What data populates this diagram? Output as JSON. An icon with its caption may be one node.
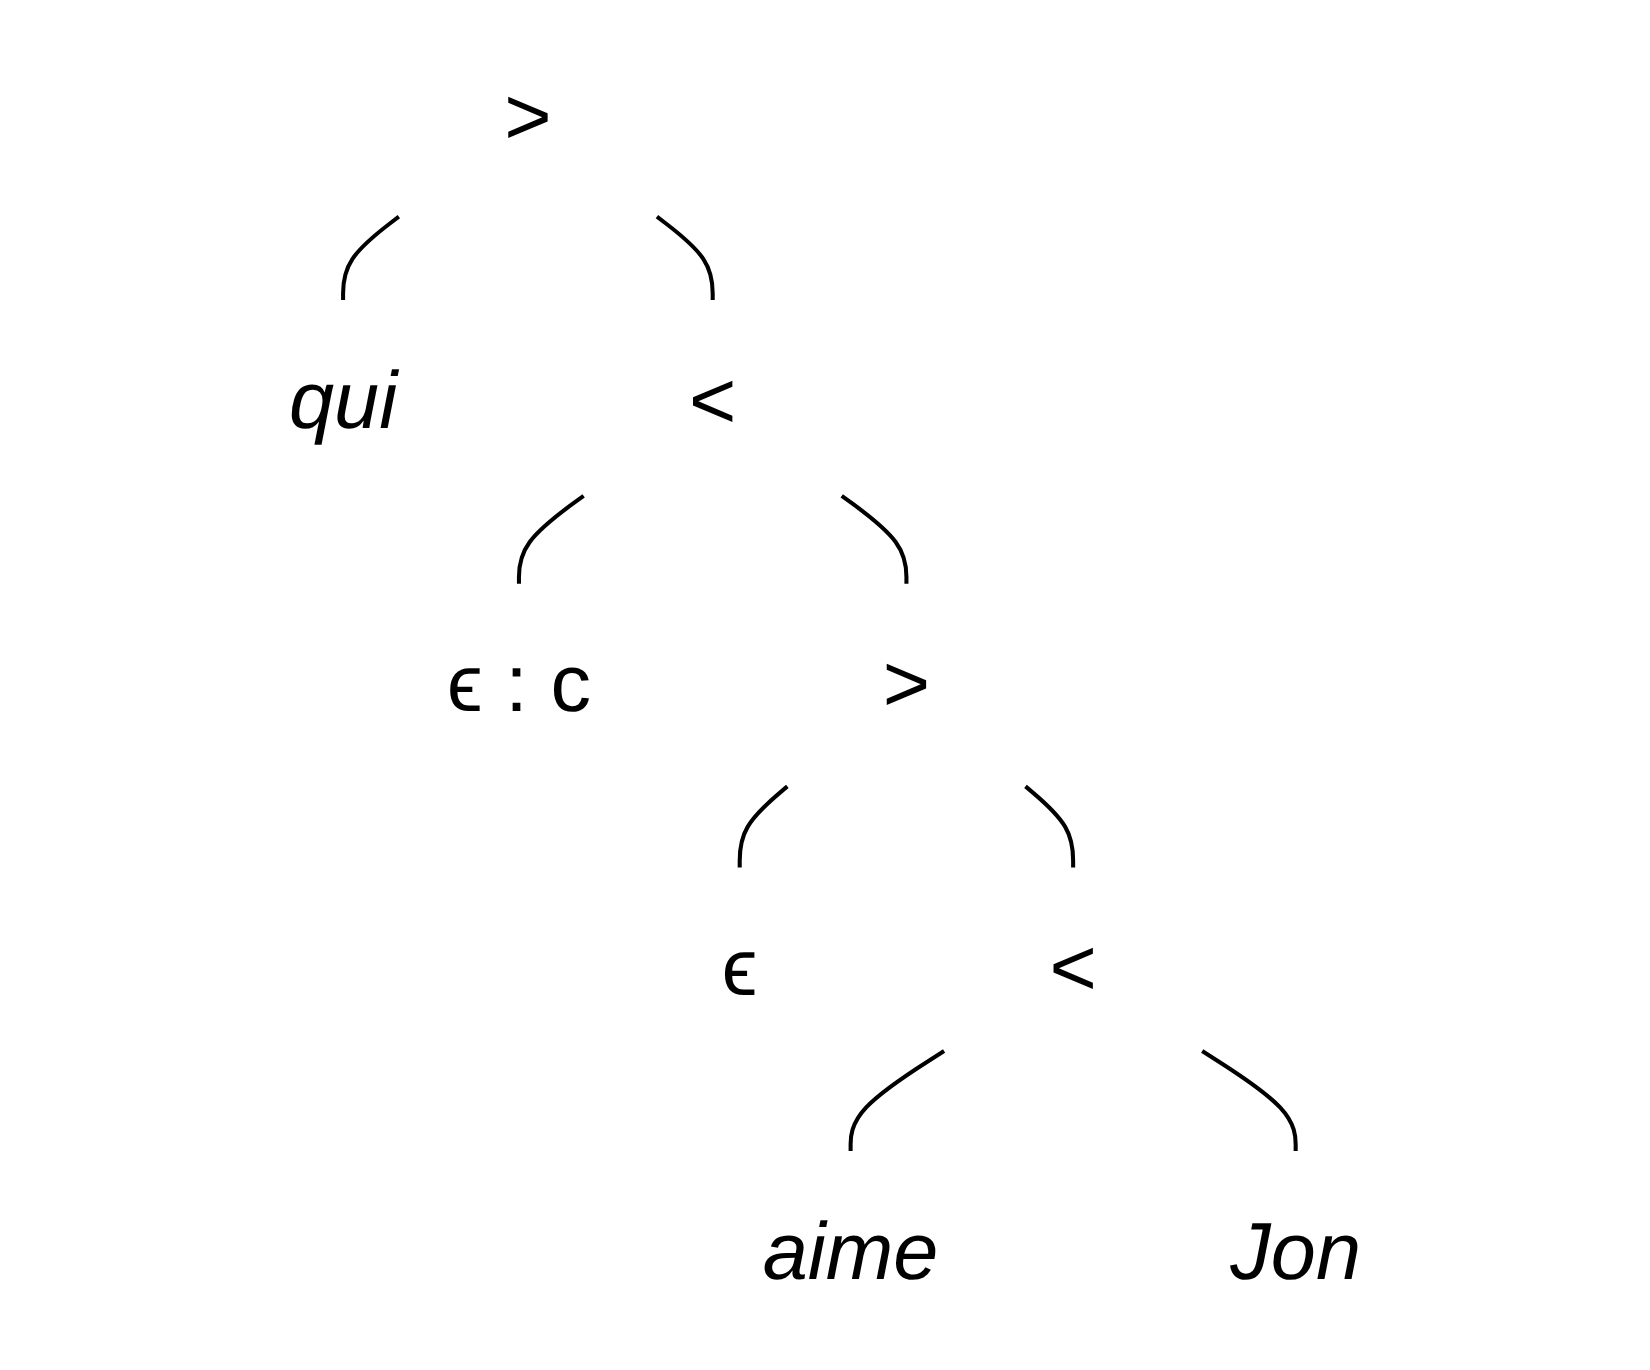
{
  "diagram": {
    "nodes": [
      {
        "text": [
          ">"
        ]
      },
      {
        "text": [
          "qui"
        ]
      },
      {
        "text": [
          "<"
        ]
      },
      {
        "text": [
          "ϵ : c"
        ]
      },
      {
        "text": [
          ">"
        ]
      },
      {
        "text": [
          "ϵ"
        ]
      },
      {
        "text": [
          "<"
        ]
      },
      {
        "text": [
          "aime"
        ]
      },
      {
        "text": [
          "Jon"
        ]
      }
    ],
    "edges": [
      {
        "from": 0,
        "to": 1,
        "arrow": "none"
      },
      {
        "from": 0,
        "to": 2,
        "arrow": "none"
      },
      {
        "from": 2,
        "to": 3,
        "arrow": "none"
      },
      {
        "from": 2,
        "to": 4,
        "arrow": "none"
      },
      {
        "from": 4,
        "to": 5,
        "arrow": "none"
      },
      {
        "from": 4,
        "to": 6,
        "arrow": "none"
      },
      {
        "from": 6,
        "to": 7,
        "arrow": "none"
      },
      {
        "from": 6,
        "to": 8,
        "arrow": "none"
      }
    ]
  }
}
